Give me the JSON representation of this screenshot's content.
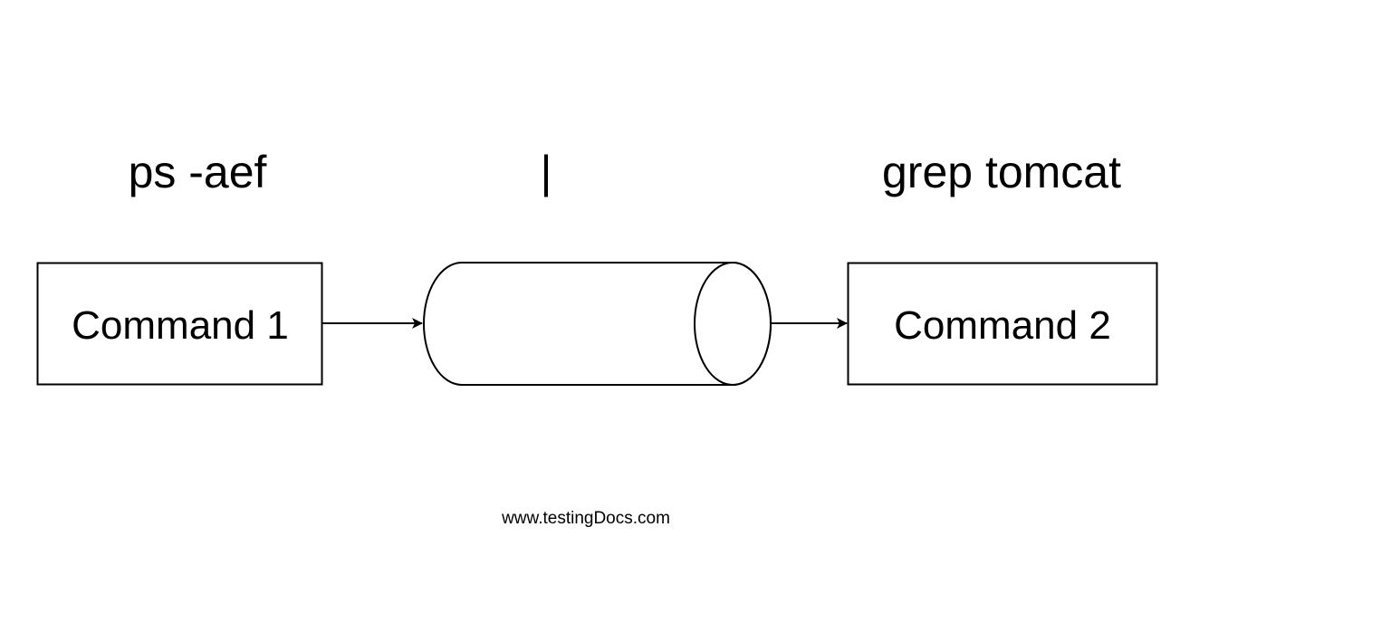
{
  "labels": {
    "command1_text": "ps -aef",
    "pipe_symbol": "|",
    "command2_text": "grep tomcat"
  },
  "nodes": {
    "command1": "Command 1",
    "command2": "Command 2"
  },
  "watermark": "www.testingDocs.com",
  "colors": {
    "stroke": "#000000",
    "background": "#ffffff"
  }
}
